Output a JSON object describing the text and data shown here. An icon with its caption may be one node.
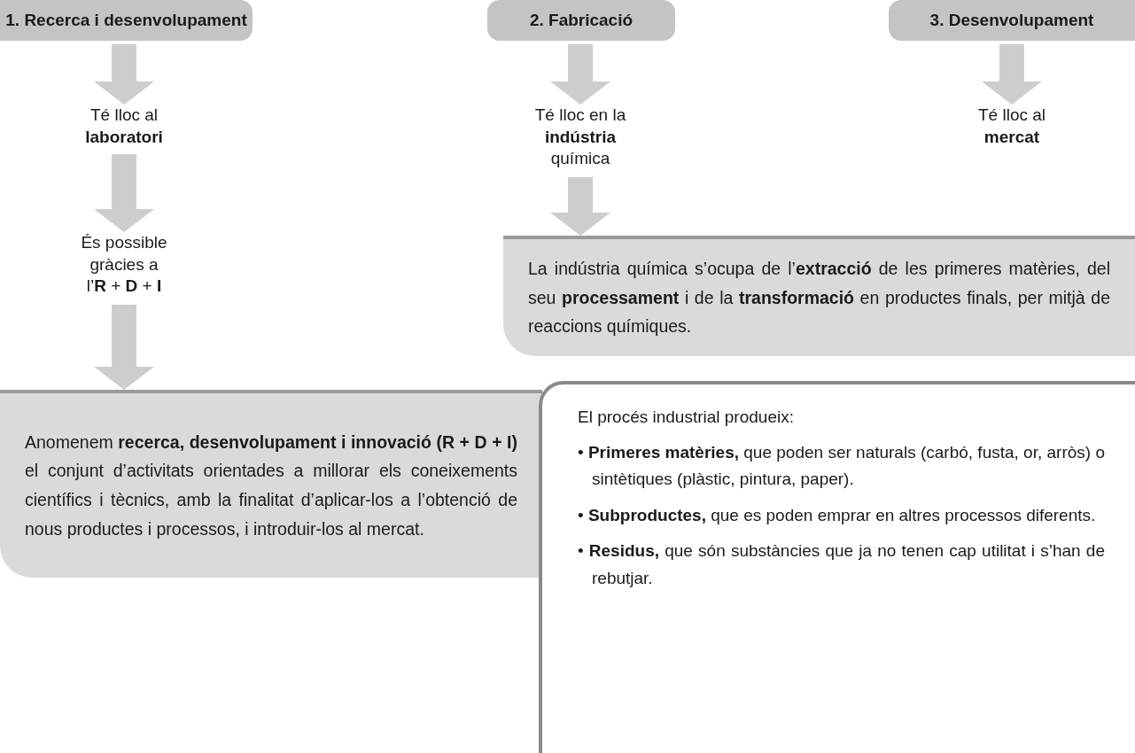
{
  "diagram": {
    "nodes": [
      {
        "text": [
          "1. Recerca i desenvolupament"
        ]
      },
      {
        "text": [
          "Té lloc al **laboratori**"
        ]
      },
      {
        "text": [
          "És possible gràcies a l’**R** + **D** + **I**"
        ]
      },
      {
        "text": [
          "Anomenem **recerca, desenvolupament i innovació (R + D + I)** el conjunt d’activitats orientades a millorar els coneixements científics i tècnics, amb la finalitat d’aplicar-los a l’obtenció de nous productes i processos, i introduir-los al mercat."
        ]
      },
      {
        "text": [
          "2. Fabricació"
        ]
      },
      {
        "text": [
          "Té lloc en la **indústria** química"
        ]
      },
      {
        "text": [
          "La indústria química s’ocupa de l’**extracció** de les primeres matèries, del seu **processament** i de la **transformació** en productes finals, per mitjà de reaccions químiques."
        ]
      },
      {
        "text": [
          "3. Desenvolupament"
        ]
      },
      {
        "text": [
          "Té lloc al **mercat**"
        ]
      },
      {
        "text": [
          "El procés industrial produeix:",
          "• **Primeres matèries,** que poden ser naturals (carbó, fusta, or, arròs) o sintètiques (plàstic, pintura, paper).",
          "• **Subproductes,** que es poden emprar en altres processos diferents.",
          "• **Residus,** que són substàncies que ja no tenen cap utilitat i s’han de rebutjar."
        ]
      }
    ],
    "edges": [
      {
        "from": 0,
        "to": 1,
        "arrow": "to"
      },
      {
        "from": 1,
        "to": 2,
        "arrow": "to"
      },
      {
        "from": 2,
        "to": 3,
        "arrow": "to"
      },
      {
        "from": 4,
        "to": 5,
        "arrow": "to"
      },
      {
        "from": 5,
        "to": 6,
        "arrow": "to"
      },
      {
        "from": 7,
        "to": 8,
        "arrow": "to"
      }
    ]
  }
}
